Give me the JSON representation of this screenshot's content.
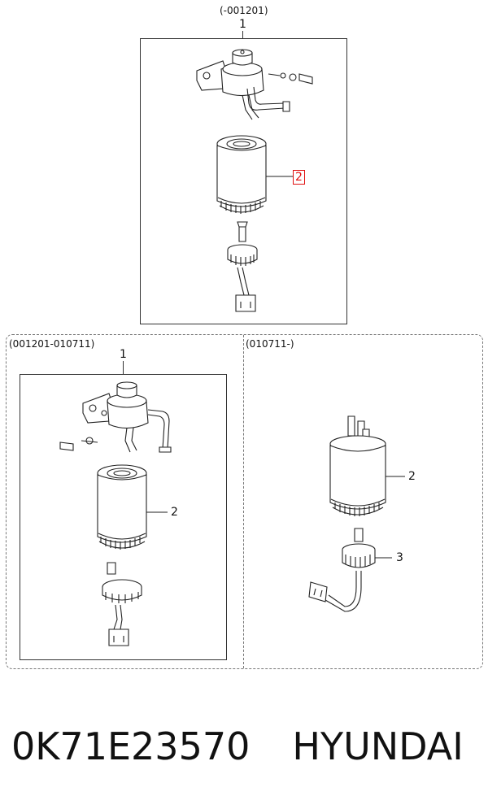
{
  "diagram": {
    "top_panel": {
      "range_label": "(-001201)",
      "callouts": {
        "part1": "1",
        "part2": "2"
      }
    },
    "left_panel": {
      "range_label": "(001201-010711)",
      "callouts": {
        "part1": "1",
        "part2": "2"
      }
    },
    "right_panel": {
      "range_label": "(010711-)",
      "callouts": {
        "part2": "2",
        "part3": "3"
      }
    },
    "highlight_color": "#e01010"
  },
  "footer": {
    "part_number": "0K71E23570",
    "brand": "HYUNDAI"
  }
}
